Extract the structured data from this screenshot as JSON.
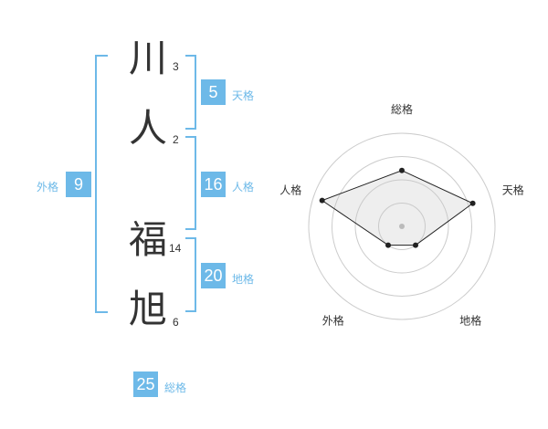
{
  "name": {
    "chars": [
      {
        "char": "川",
        "strokes": "3"
      },
      {
        "char": "人",
        "strokes": "2"
      },
      {
        "char": "福",
        "strokes": "14"
      },
      {
        "char": "旭",
        "strokes": "6"
      }
    ]
  },
  "kaku": {
    "tenkaku": {
      "value": "5",
      "label": "天格"
    },
    "jinkaku": {
      "value": "16",
      "label": "人格"
    },
    "chikaku": {
      "value": "20",
      "label": "地格"
    },
    "gaikaku": {
      "value": "9",
      "label": "外格"
    },
    "soukaku": {
      "value": "25",
      "label": "総格"
    }
  },
  "colors": {
    "accent": "#6db9e8",
    "text": "#333333",
    "grid": "#cccccc"
  },
  "chart_data": {
    "type": "radar",
    "axes": [
      "総格",
      "天格",
      "地格",
      "外格",
      "人格"
    ],
    "values": [
      0.6,
      0.8,
      0.25,
      0.25,
      0.9
    ],
    "rings": 4
  }
}
